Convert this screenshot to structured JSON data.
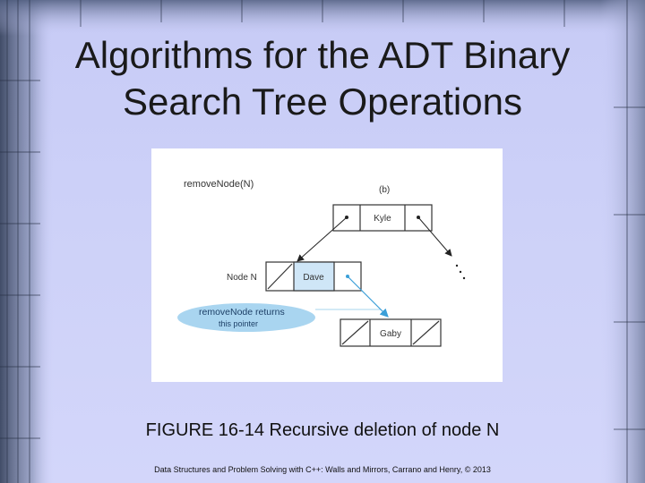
{
  "slide": {
    "title_line1": "Algorithms for the ADT Binary",
    "title_line2": "Search Tree Operations",
    "caption": "FIGURE 16-14 Recursive deletion of node N",
    "footer": "Data Structures and Problem Solving with C++: Walls and Mirrors, Carrano and Henry, © 2013"
  },
  "figure": {
    "function_label": "removeNode(N)",
    "part_label": "(b)",
    "nodes": {
      "root": "Kyle",
      "n": "Dave",
      "child": "Gaby"
    },
    "node_n_label": "Node N",
    "callout_line1": "removeNode returns",
    "callout_line2": "this pointer"
  },
  "colors": {
    "background": "#cdd1f8",
    "node_highlight": "#cfe6f7",
    "arrow": "#3b9fd8",
    "callout": "#a9d5f0"
  },
  "icons": {
    "null_pointer": "diagonal-slash",
    "continuation": "ellipsis-dots"
  }
}
